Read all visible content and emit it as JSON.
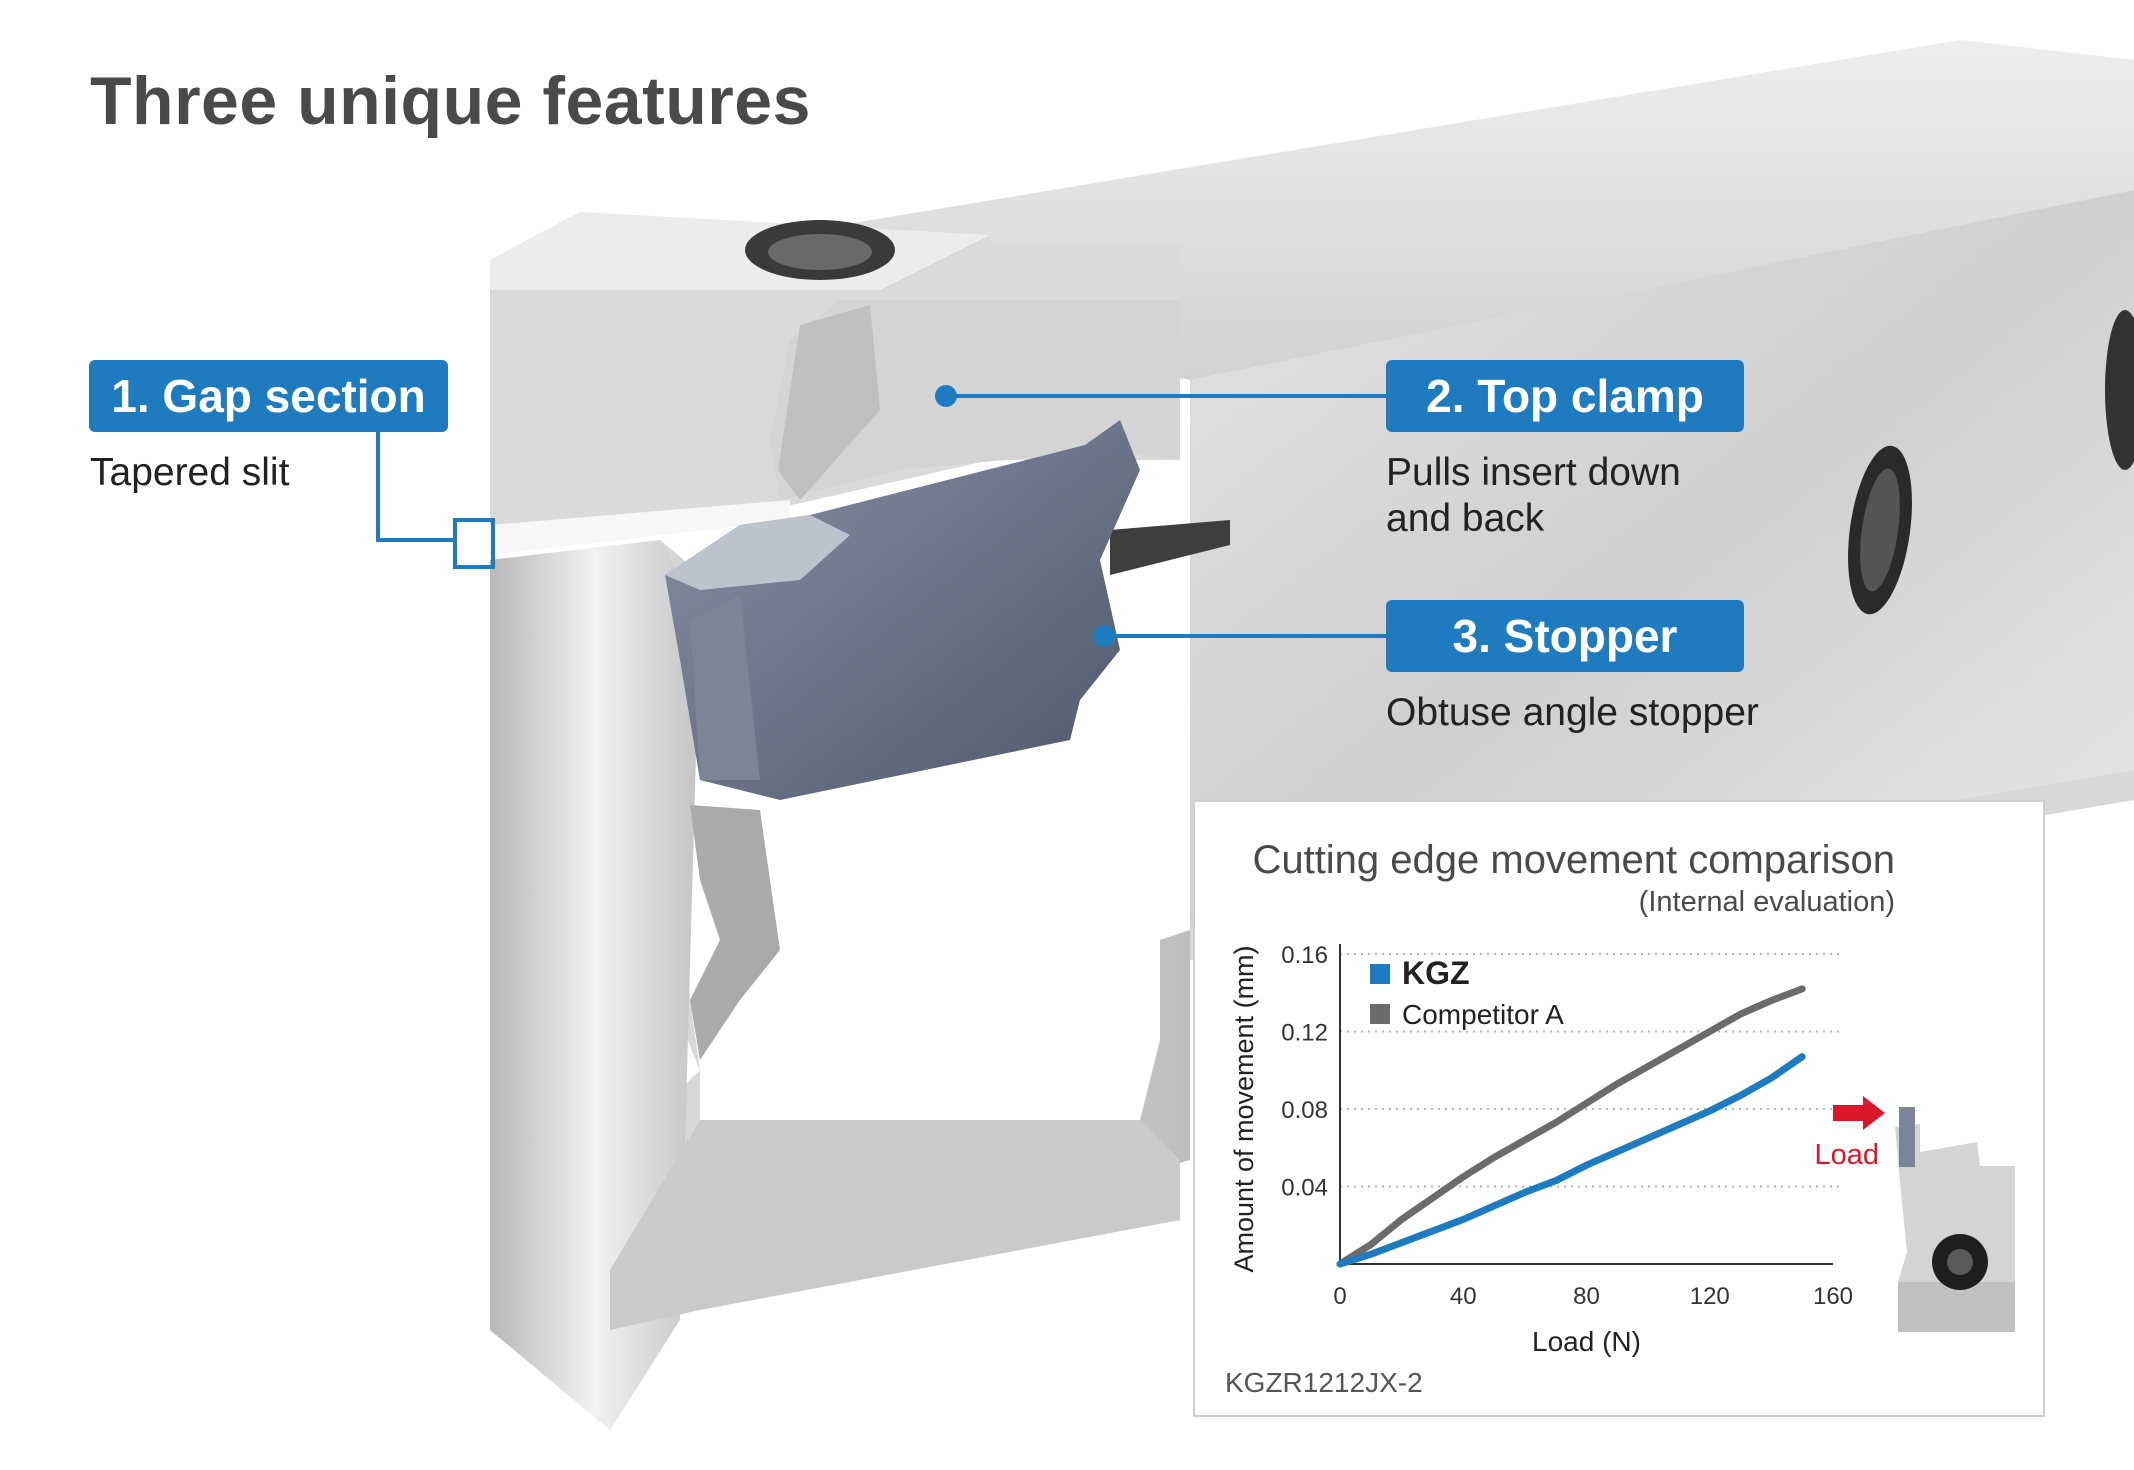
{
  "headline": "Three unique features",
  "features": [
    {
      "label": "1. Gap section",
      "desc": "Tapered slit"
    },
    {
      "label": "2. Top clamp",
      "desc_lines": [
        "Pulls insert down",
        "and back"
      ]
    },
    {
      "label": "3. Stopper",
      "desc": "Obtuse angle stopper"
    }
  ],
  "colors": {
    "accent": "#1e7bbf",
    "kgz": "#1e7bbf",
    "competitor": "#6b6b6b",
    "load_arrow": "#d9182c"
  },
  "panel": {
    "title": "Cutting edge movement comparison",
    "subtitle": "(Internal evaluation)",
    "model": "KGZR1212JX-2",
    "load_label": "Load"
  },
  "chart_data": {
    "type": "line",
    "xlabel": "Load (N)",
    "ylabel": "Amount of movement (mm)",
    "xlim": [
      0,
      160
    ],
    "ylim": [
      0,
      0.16
    ],
    "xticks": [
      "0",
      "40",
      "80",
      "120",
      "160"
    ],
    "yticks": [
      "0.04",
      "0.08",
      "0.12",
      "0.16"
    ],
    "grid": "horizontal dotted",
    "legend_position": "top-left",
    "series": [
      {
        "name": "KGZ",
        "color": "#1e7bbf",
        "x": [
          0,
          10,
          20,
          30,
          40,
          50,
          60,
          70,
          80,
          90,
          100,
          110,
          120,
          130,
          140,
          150
        ],
        "y": [
          0,
          0.005,
          0.011,
          0.017,
          0.023,
          0.03,
          0.037,
          0.043,
          0.051,
          0.058,
          0.065,
          0.072,
          0.079,
          0.087,
          0.096,
          0.107
        ]
      },
      {
        "name": "Competitor A",
        "color": "#6b6b6b",
        "x": [
          0,
          10,
          20,
          30,
          40,
          50,
          60,
          70,
          80,
          90,
          100,
          110,
          120,
          130,
          140,
          150
        ],
        "y": [
          0,
          0.01,
          0.023,
          0.034,
          0.045,
          0.055,
          0.064,
          0.073,
          0.083,
          0.093,
          0.102,
          0.111,
          0.12,
          0.129,
          0.136,
          0.142
        ]
      }
    ]
  }
}
